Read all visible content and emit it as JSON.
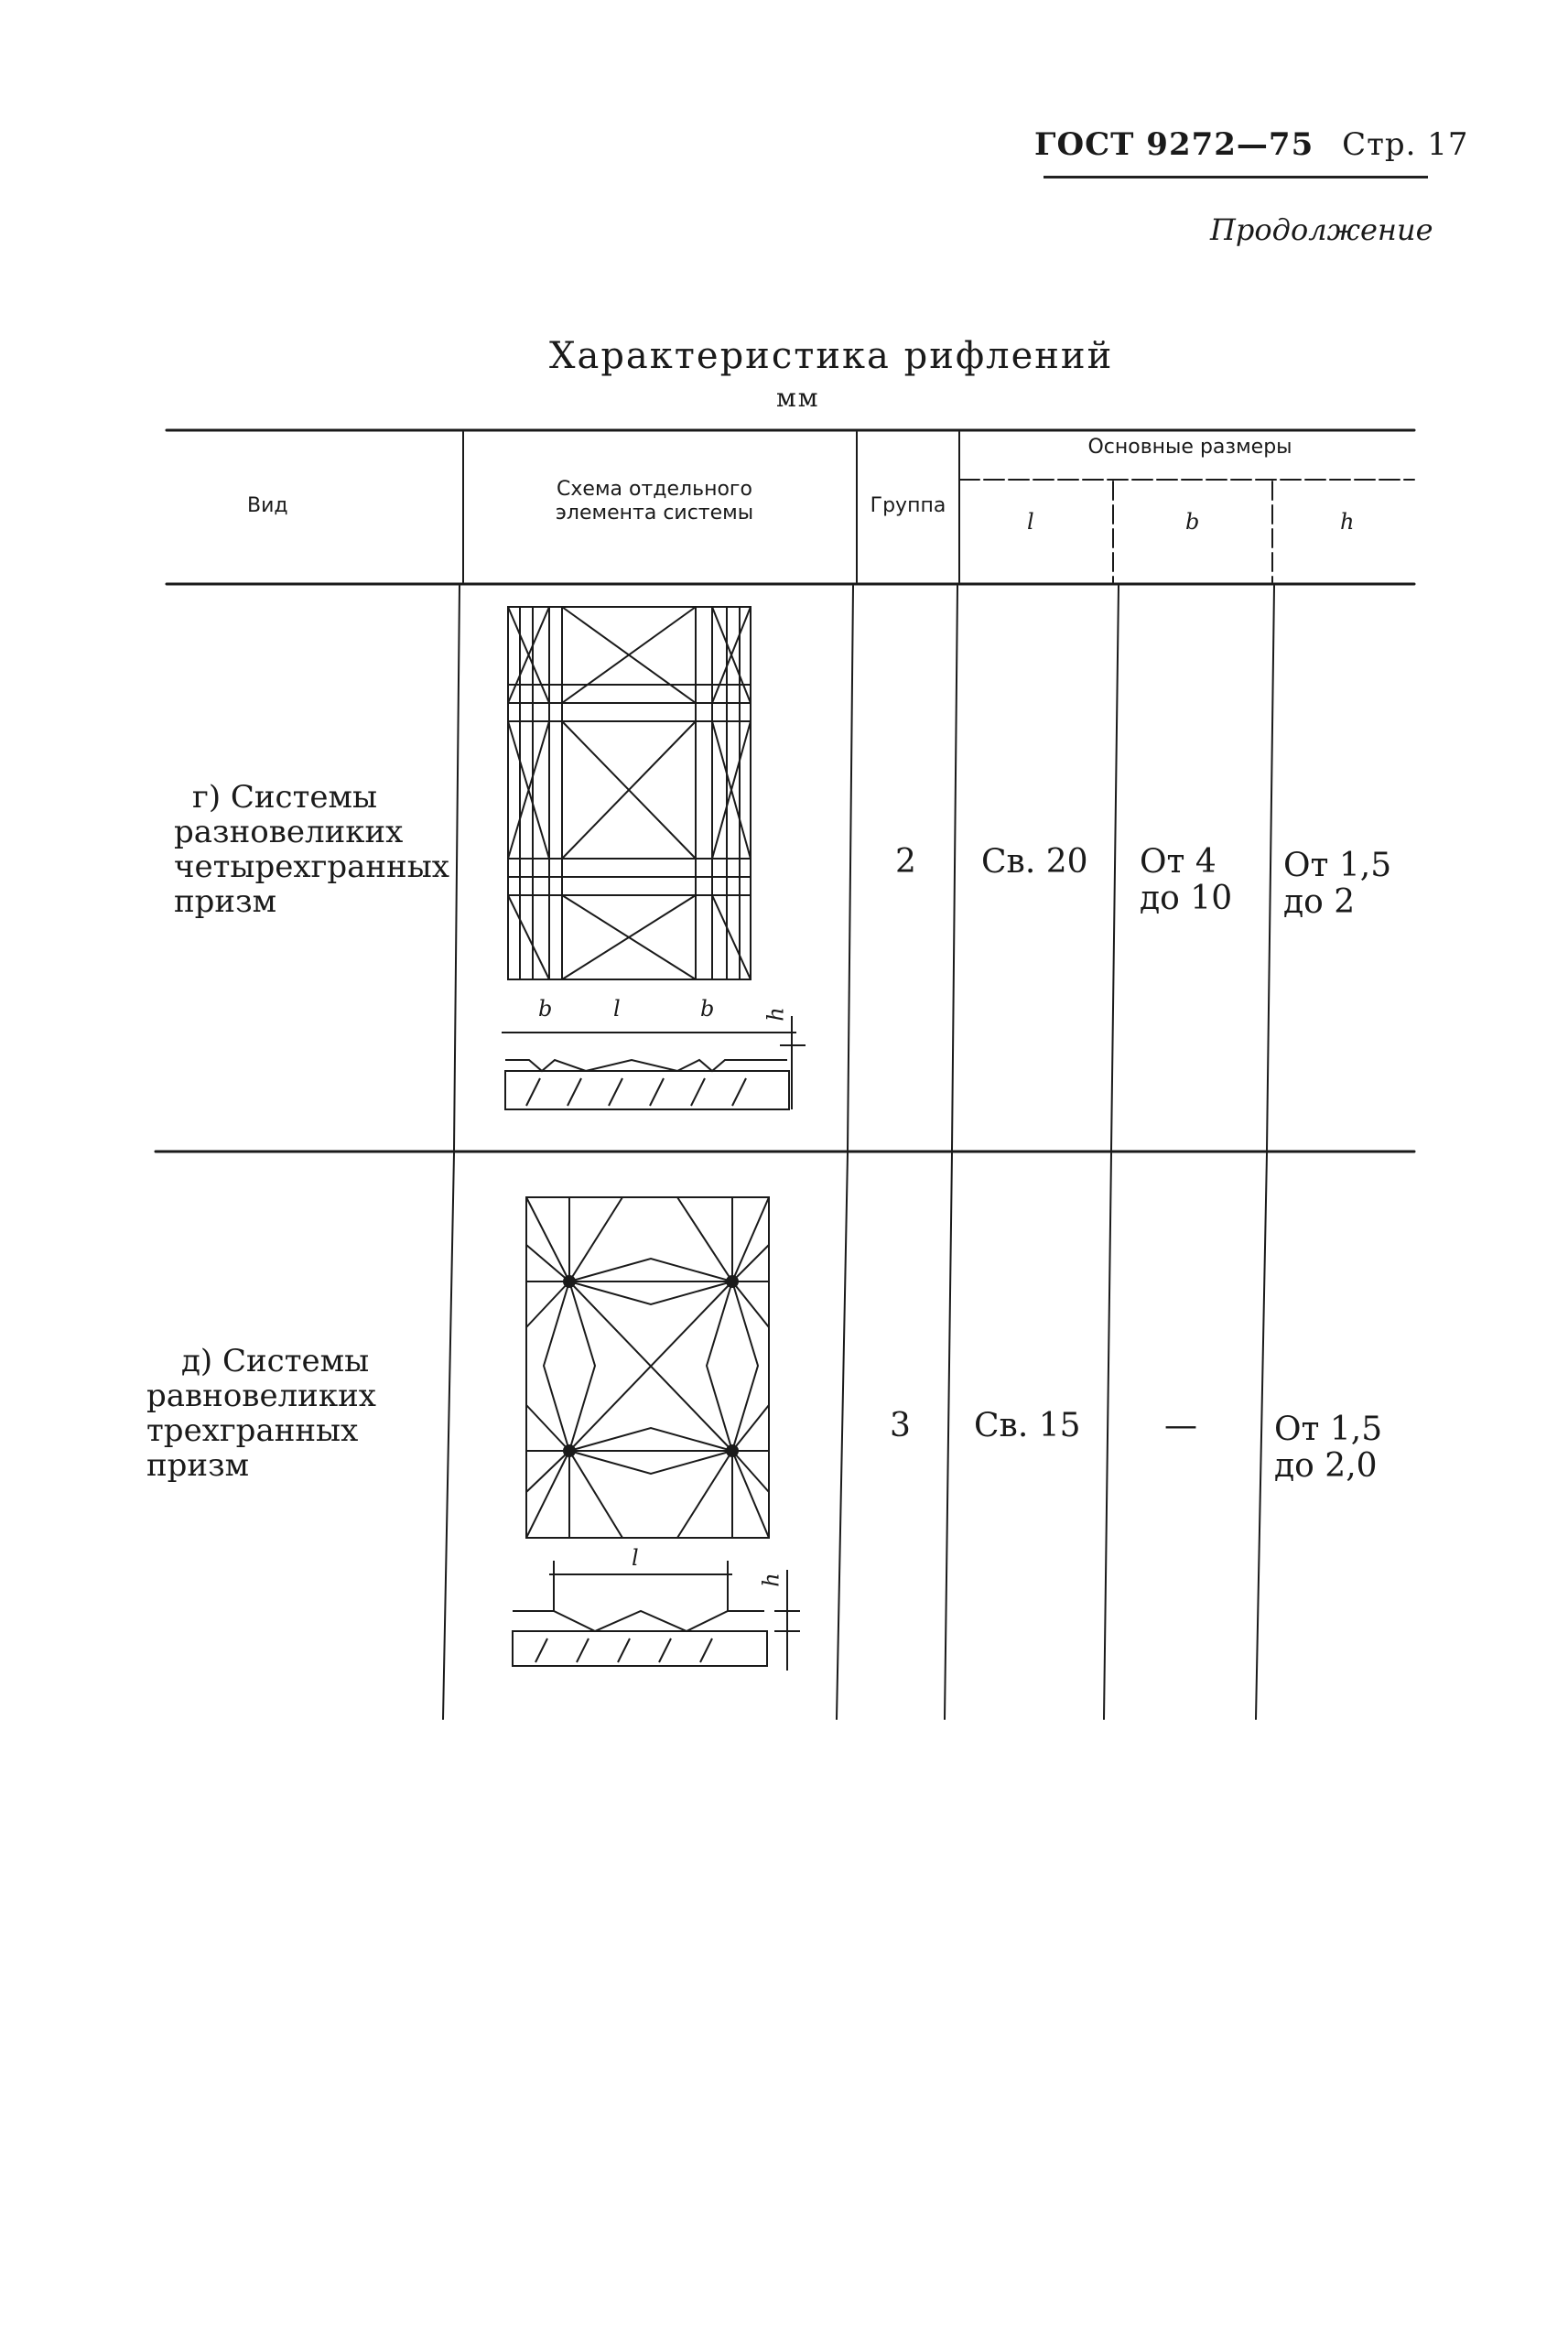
{
  "header": {
    "standard": "ГОСТ 9272—75",
    "page": "Стр. 17",
    "continuation": "Продолжение"
  },
  "table": {
    "title": "Характеристика рифлений",
    "units": "мм",
    "columns": {
      "vid": "Вид",
      "schema": "Схема отдельного элемента системы",
      "group": "Группа",
      "main_dims": "Основные размеры",
      "l": "l",
      "b": "b",
      "h": "h"
    },
    "rows": [
      {
        "vid": [
          "г) Системы",
          "разновеликих",
          "четырехгранных",
          "призм"
        ],
        "group": "2",
        "l": "Св. 20",
        "b": [
          "От 4",
          "до 10"
        ],
        "h": [
          "От 1,5",
          "до 2"
        ],
        "diagram_labels": [
          "b",
          "l",
          "b",
          "h"
        ]
      },
      {
        "vid": [
          "д) Системы",
          "равновеликих",
          "трехгранных",
          "призм"
        ],
        "group": "3",
        "l": "Св. 15",
        "b": "—",
        "h": [
          "От 1,5",
          "до 2,0"
        ],
        "diagram_labels": [
          "l",
          "h"
        ]
      }
    ]
  }
}
